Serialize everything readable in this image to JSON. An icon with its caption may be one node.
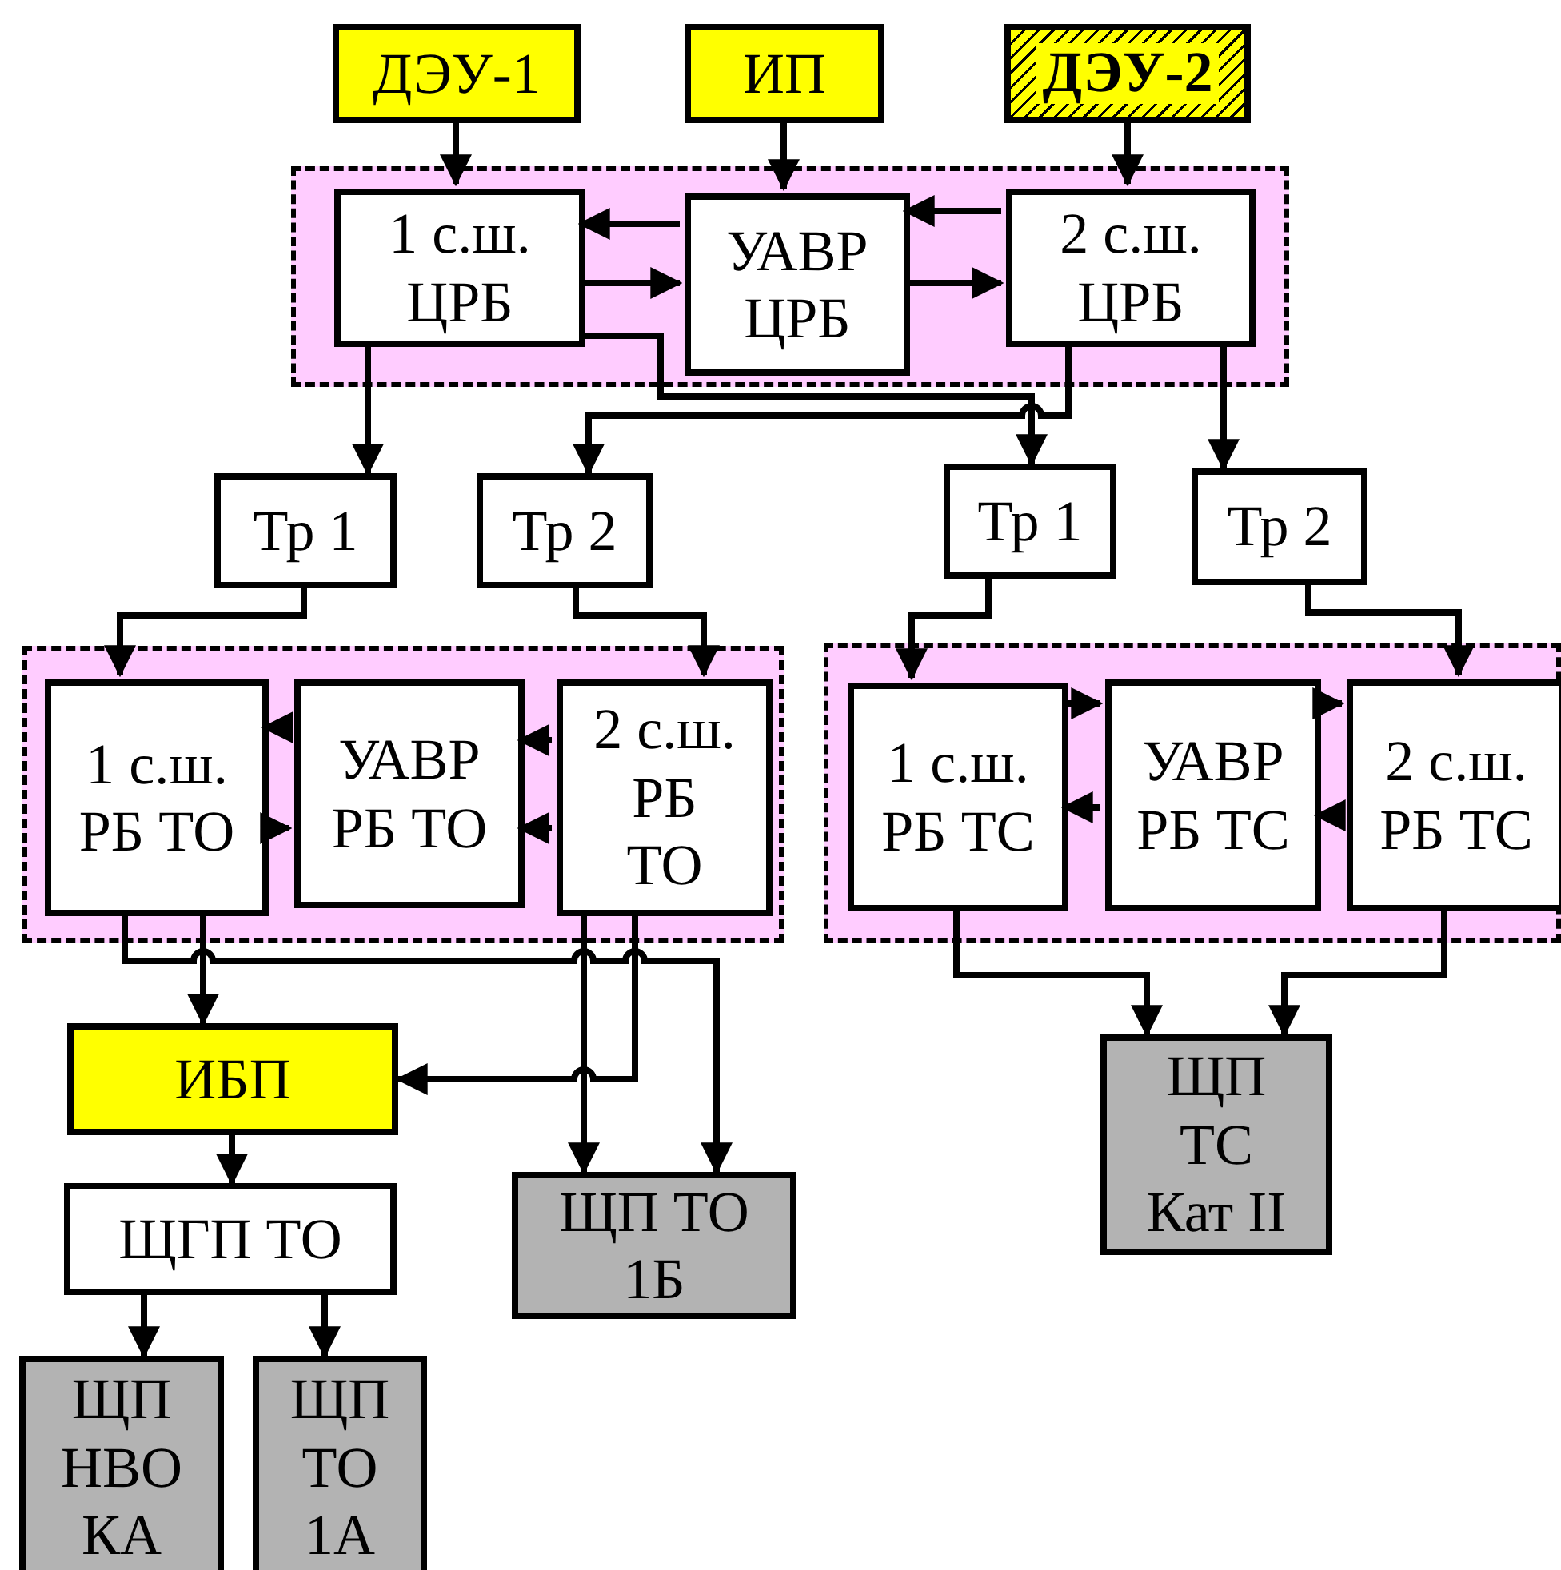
{
  "diagram": {
    "nodes": [
      {
        "text": [
          "ДЭУ-1"
        ]
      },
      {
        "text": [
          "ИП"
        ]
      },
      {
        "text": [
          "ДЭУ-2"
        ]
      },
      {
        "text": [],
        "shape": "box"
      },
      {
        "text": [
          "1 с.ш. ЦРБ"
        ],
        "in": 3
      },
      {
        "text": [
          "УАВР ЦРБ"
        ],
        "in": 3
      },
      {
        "text": [
          "2 с.ш. ЦРБ"
        ],
        "in": 3
      },
      {
        "text": [
          "Тр 1"
        ]
      },
      {
        "text": [
          "Тр 2"
        ]
      },
      {
        "text": [
          "Тр 1"
        ]
      },
      {
        "text": [
          "Тр 2"
        ]
      },
      {
        "text": [],
        "shape": "box"
      },
      {
        "text": [
          "1 с.ш. РБ ТО"
        ],
        "in": 11
      },
      {
        "text": [
          "УАВР РБ ТО"
        ],
        "in": 11
      },
      {
        "text": [
          "2 с.ш. РБ ТО"
        ],
        "in": 11
      },
      {
        "text": [],
        "shape": "box"
      },
      {
        "text": [
          "1 с.ш. РБ ТС"
        ],
        "in": 15
      },
      {
        "text": [
          "УАВР РБ ТС"
        ],
        "in": 15
      },
      {
        "text": [
          "2 с.ш. РБ ТС"
        ],
        "in": 15
      },
      {
        "text": [
          "ИБП"
        ]
      },
      {
        "text": [
          "ЩГП ТО"
        ]
      },
      {
        "text": [
          "ЩП ТО 1Б"
        ]
      },
      {
        "text": [
          "ЩП ТС Кат II"
        ]
      },
      {
        "text": [
          "ЩП НВО КА"
        ]
      },
      {
        "text": [
          "ЩП ТО 1А"
        ]
      }
    ],
    "edges": [
      {
        "from": 0,
        "to": 4,
        "arrow": "to"
      },
      {
        "from": 1,
        "to": 5,
        "arrow": "to"
      },
      {
        "from": 2,
        "to": 6,
        "arrow": "to"
      },
      {
        "from": 5,
        "to": 4,
        "arrow": "to"
      },
      {
        "from": 4,
        "to": 5,
        "arrow": "to"
      },
      {
        "from": 6,
        "to": 5,
        "arrow": "to"
      },
      {
        "from": 5,
        "to": 6,
        "arrow": "to"
      },
      {
        "from": 4,
        "to": 7,
        "arrow": "to"
      },
      {
        "from": 4,
        "to": 9,
        "arrow": "to"
      },
      {
        "from": 6,
        "to": 8,
        "arrow": "to"
      },
      {
        "from": 6,
        "to": 10,
        "arrow": "to"
      },
      {
        "from": 7,
        "to": 12,
        "arrow": "to"
      },
      {
        "from": 8,
        "to": 14,
        "arrow": "to"
      },
      {
        "from": 9,
        "to": 16,
        "arrow": "to"
      },
      {
        "from": 10,
        "to": 18,
        "arrow": "to"
      },
      {
        "from": 13,
        "to": 12,
        "arrow": "to"
      },
      {
        "from": 12,
        "to": 13,
        "arrow": "to"
      },
      {
        "from": 14,
        "to": 13,
        "arrow": "to"
      },
      {
        "from": 14,
        "to": 13,
        "arrow": "to"
      },
      {
        "from": 16,
        "to": 17,
        "arrow": "to"
      },
      {
        "from": 17,
        "to": 18,
        "arrow": "to"
      },
      {
        "from": 17,
        "to": 16,
        "arrow": "to"
      },
      {
        "from": 18,
        "to": 17,
        "arrow": "to"
      },
      {
        "from": 12,
        "to": 19,
        "arrow": "to"
      },
      {
        "from": 12,
        "to": 21,
        "arrow": "to"
      },
      {
        "from": 14,
        "to": 21,
        "arrow": "to"
      },
      {
        "from": 14,
        "to": 19,
        "arrow": "to"
      },
      {
        "from": 16,
        "to": 22,
        "arrow": "to"
      },
      {
        "from": 18,
        "to": 22,
        "arrow": "to"
      },
      {
        "from": 19,
        "to": 20,
        "arrow": "to"
      },
      {
        "from": 20,
        "to": 23,
        "arrow": "to"
      },
      {
        "from": 20,
        "to": 24,
        "arrow": "to"
      }
    ]
  }
}
